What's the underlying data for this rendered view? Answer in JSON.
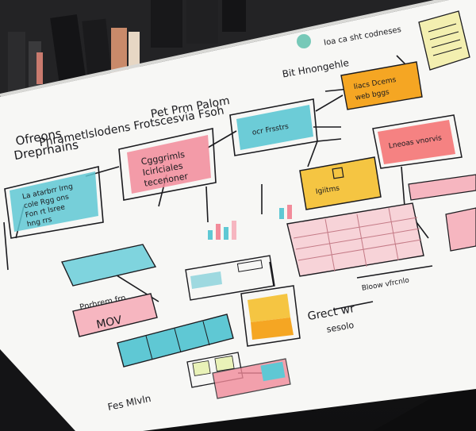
{
  "photo": {
    "subject": "",
    "colors": {
      "board": "#f7f7f5",
      "ink": "#1b1b1f",
      "pink": "#f28b9a",
      "teal": "#5fc8d4",
      "yellow": "#f5c542",
      "orange": "#f5a623",
      "salmon": "#f46d6d",
      "light_pink": "#f6b6c0",
      "light_teal": "#9ed9e0"
    },
    "handwriting": {
      "title_line_1": "Pnrametlslodens Frotscesvia  Fsoh",
      "title_line_2": "Pet Prm Palom",
      "top_right_note": "Ioa ca sht codneses",
      "top_right_note_2": "Bit  Hnongehle",
      "left_header_1": "Ofreons",
      "left_header_2": "Dreprhains",
      "box_pink_line_1": "Cgggrimls",
      "box_pink_line_2": "Icirlciales",
      "box_pink_line_3": "tecenoner",
      "box_teal_left_1": "La atarbrr lrng",
      "box_teal_left_2": "cole Rgg ons",
      "box_teal_left_3": "Fon rt lsree",
      "box_teal_left_4": "hng rrs",
      "box_teal_top": "ocr Frsstrs",
      "box_orange_1": "Iiacs Dcems",
      "box_orange_2": "web bggs",
      "box_salmon": "Lneoas  vnorvis",
      "box_yellow": "Igiitms",
      "pink_strip": "MOV",
      "pink_strip_label": "Pnrhrem frn",
      "bottom_right_1": "Grect  wr",
      "bottom_right_2": "sesolo",
      "bottom_left": "Fes  Mlvln",
      "right_mid_note": "Bloow vfrcnlo"
    }
  }
}
